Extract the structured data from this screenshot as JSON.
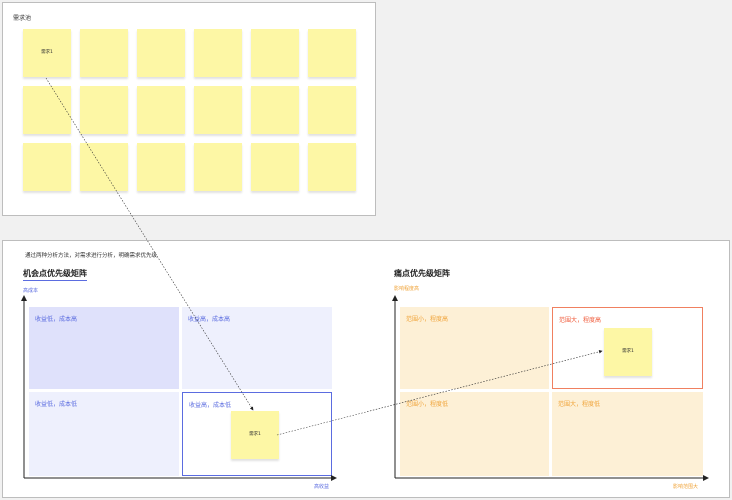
{
  "pool": {
    "title": "需求池",
    "first_sticky_label": "需求1",
    "rows": 3,
    "cols": 6,
    "sticky_color": "#fdf7a5"
  },
  "analysis": {
    "description": "通过两种分析方法，对需求进行分析，明确需求优先级",
    "opportunity_matrix": {
      "title": "机会点优先级矩阵",
      "y_axis_label": "高成本",
      "x_axis_label": "高收益",
      "quadrants": {
        "top_left": "收益低，成本高",
        "top_right": "收益高，成本高",
        "bottom_left": "收益低，成本低",
        "bottom_right": "收益高，成本低"
      },
      "sticky_label": "需求1",
      "accent": "#5b6ce0"
    },
    "pain_matrix": {
      "title": "痛点优先级矩阵",
      "y_axis_label": "影响程度高",
      "x_axis_label": "影响范围大",
      "quadrants": {
        "top_left": "范围小，程度高",
        "top_right": "范围大，程度高",
        "bottom_left": "范围小，程度低",
        "bottom_right": "范围大，程度低"
      },
      "sticky_label": "需求1",
      "accent": "#f0a43a",
      "highlight": "#f05a3a"
    }
  }
}
